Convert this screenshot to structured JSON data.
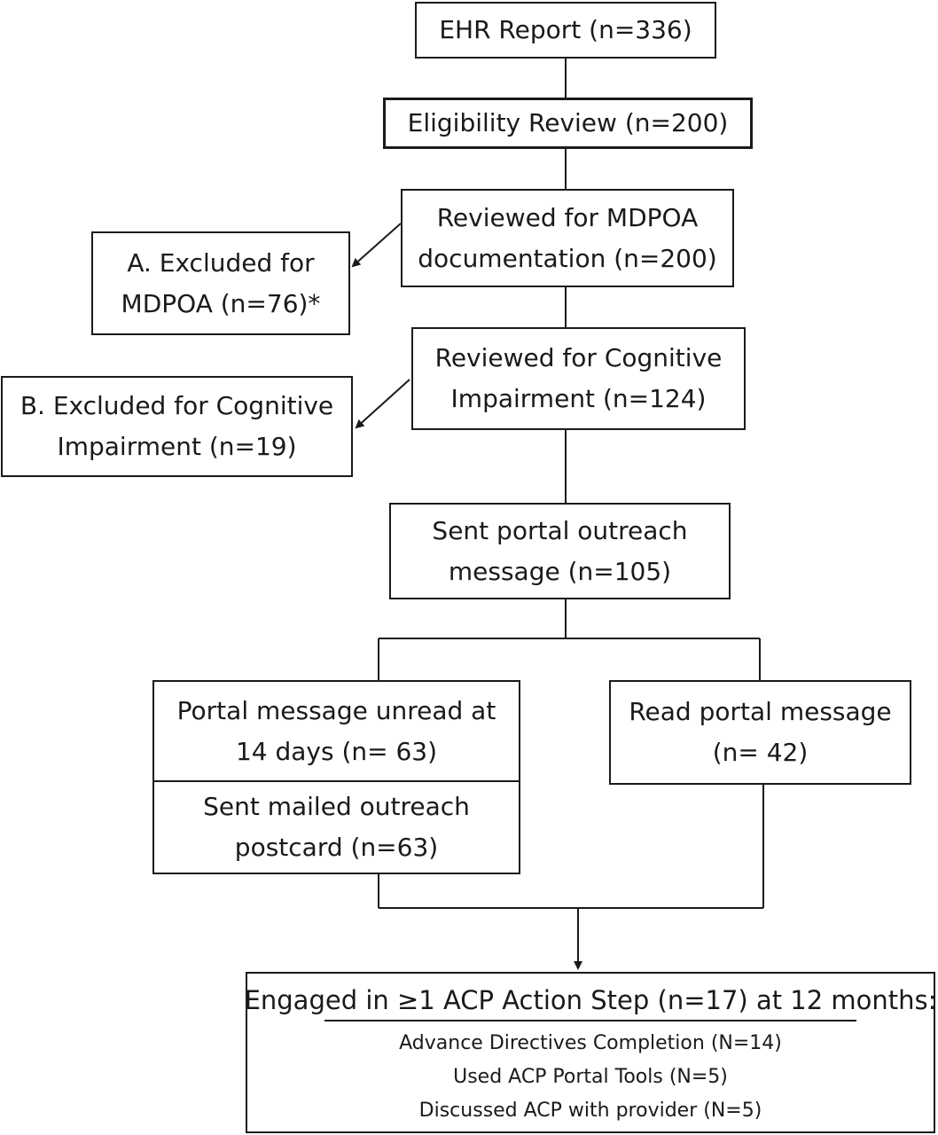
{
  "flowchart": {
    "ehr_report": "EHR Report (n=336)",
    "eligibility_review": "Eligibility Review (n=200)",
    "reviewed_mdpoa": [
      "Reviewed for MDPOA",
      "documentation (n=200)"
    ],
    "excluded_mdpoa": [
      "A. Excluded for",
      "MDPOA (n=76)*"
    ],
    "reviewed_cognitive": [
      "Reviewed for Cognitive",
      "Impairment (n=124)"
    ],
    "excluded_cognitive": [
      "B. Excluded for Cognitive",
      "Impairment (n=19)"
    ],
    "sent_portal": [
      "Sent portal outreach",
      "message (n=105)"
    ],
    "portal_unread": [
      "Portal message unread at",
      "14 days (n= 63)"
    ],
    "sent_postcard": [
      "Sent mailed outreach",
      "postcard (n=63)"
    ],
    "read_portal": [
      "Read portal message",
      "(n= 42)"
    ],
    "engaged": {
      "title": "Engaged in ≥1 ACP Action Step (n=17) at 12 months:",
      "items": [
        "Advance Directives Completion (N=14)",
        "Used ACP Portal Tools (N=5)",
        "Discussed ACP with provider (N=5)"
      ]
    }
  }
}
